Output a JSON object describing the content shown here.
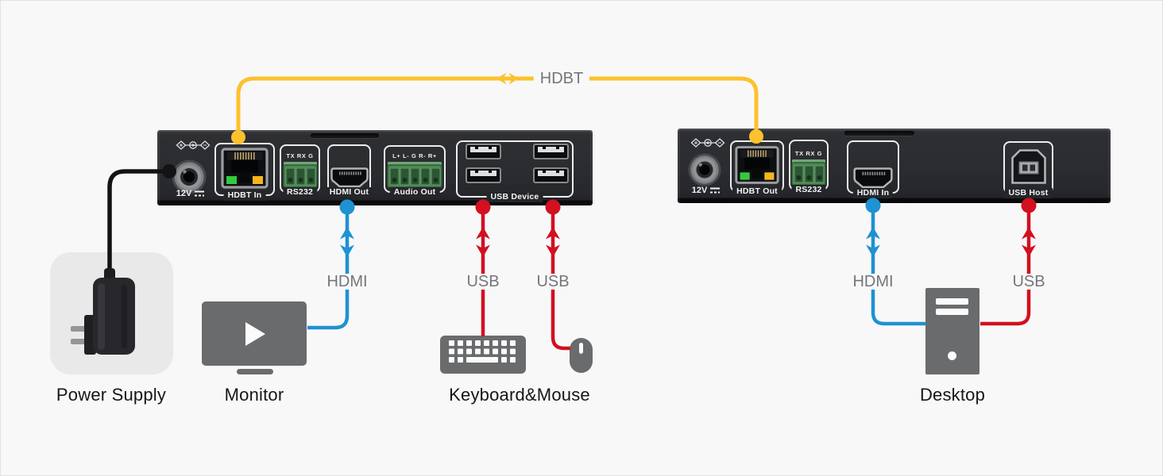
{
  "colors": {
    "hdbt": "#fcc22d",
    "hdmi": "#1e92d2",
    "usb": "#d2101f",
    "power": "#131315"
  },
  "cable_labels": {
    "hdbt": "HDBT",
    "hdmi_left": "HDMI",
    "usb_keyboard": "USB",
    "usb_mouse": "USB",
    "hdmi_right": "HDMI",
    "usb_right": "USB"
  },
  "left_device": {
    "power_label": "12V",
    "hdbt_port": "HDBT In",
    "rs232_port": "RS232",
    "rs232_pins": "TX RX G",
    "hdmi_port": "HDMI Out",
    "audio_port": "Audio Out",
    "audio_pins": "L+ L- G R- R+",
    "usb_port": "USB Device"
  },
  "right_device": {
    "power_label": "12V",
    "hdbt_port": "HDBT Out",
    "rs232_port": "RS232",
    "rs232_pins": "TX RX G",
    "hdmi_port": "HDMI In",
    "usb_port": "USB Host"
  },
  "peripherals": {
    "power_supply": "Power Supply",
    "monitor": "Monitor",
    "keyboard_mouse": "Keyboard&Mouse",
    "desktop": "Desktop"
  }
}
